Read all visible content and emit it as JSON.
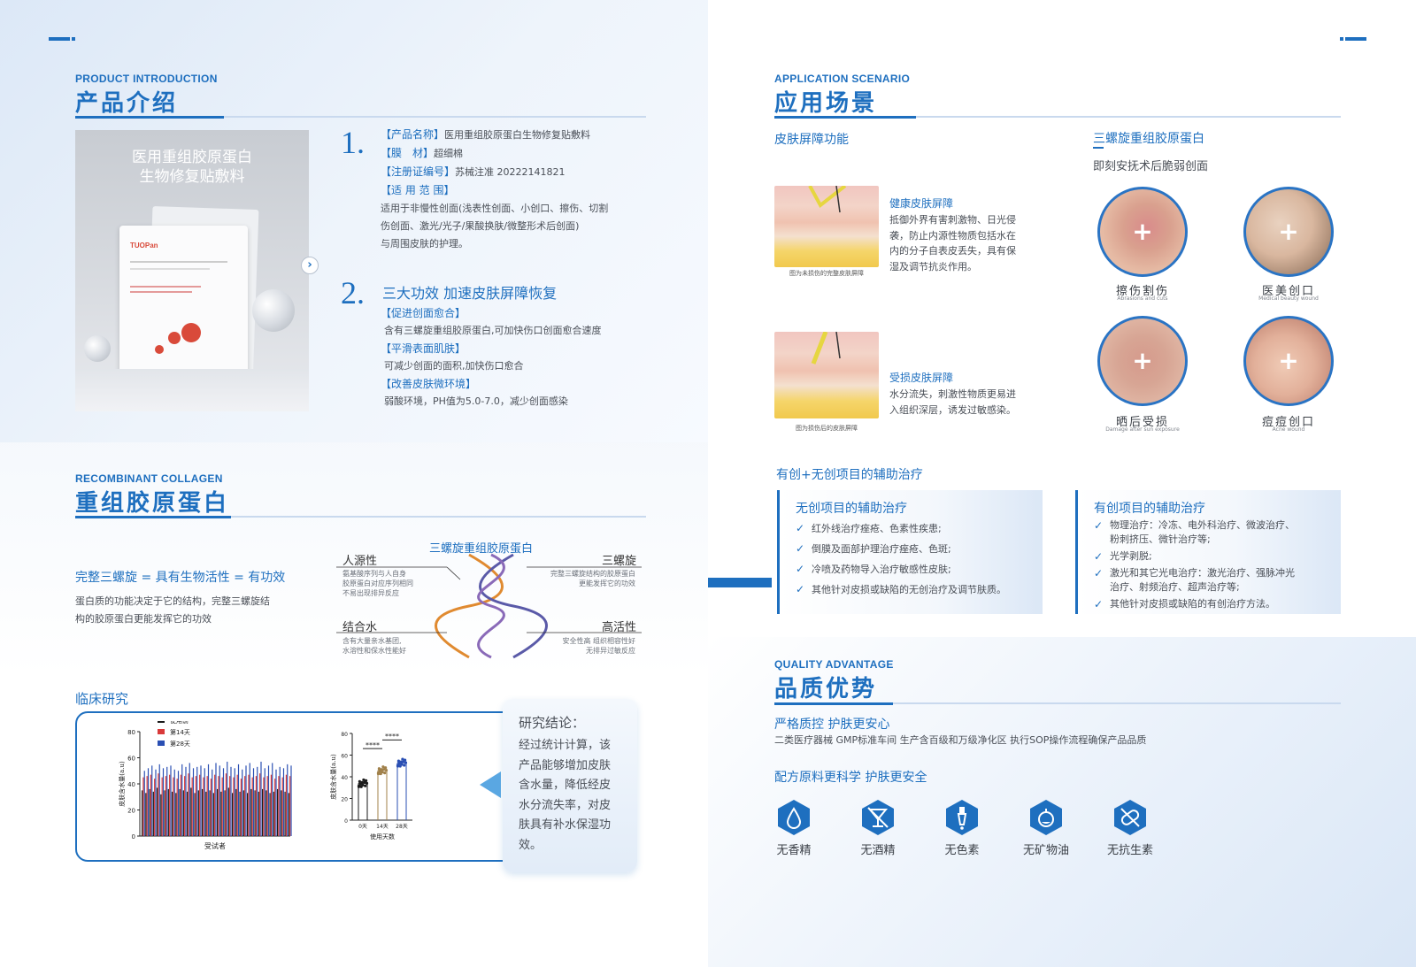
{
  "left": {
    "intro": {
      "en": "PRODUCT INTRODUCTION",
      "cn": "产品介绍",
      "box_title": "医用重组胶原蛋白\n生物修复贴敷料",
      "box_brand": "TUOPan",
      "next_icon": "chevron-right-icon",
      "item1_num": "1.",
      "item1_lines": [
        {
          "tag": "【产品名称】",
          "text": "医用重组胶原蛋白生物修复贴敷料"
        },
        {
          "tag": "【膜　材】",
          "text": "超细棉"
        },
        {
          "tag": "【注册证编号】",
          "text": "苏械注准 20222141821"
        },
        {
          "tag": "【适 用 范 围】",
          "text": ""
        }
      ],
      "item1_scope": [
        "适用于非慢性创面(浅表性创面、小创口、擦伤、切割",
        "伤创面、激光/光子/果酸换肤/微整形术后创面)",
        "与周围皮肤的护理。"
      ],
      "item2_num": "2.",
      "item2_title": "三大功效 加速皮肤屏障恢复",
      "item2_lines": [
        {
          "tag": "【促进创面愈合】",
          "text": "含有三螺旋重组胶原蛋白,可加快伤口创面愈合速度"
        },
        {
          "tag": "【平滑表面肌肤】",
          "text": "可减少创面的面积,加快伤口愈合"
        },
        {
          "tag": "【改善皮肤微环境】",
          "text": "弱酸环境，PH值为5.0-7.0，减少创面感染"
        }
      ]
    },
    "collagen": {
      "en": "RECOMBINANT COLLAGEN",
      "cn": "重组胶原蛋白",
      "headline": "完整三螺旋 = 具有生物活性 = 有功效",
      "desc": [
        "蛋白质的功能决定于它的结构，完整三螺旋结",
        "构的胶原蛋白更能发挥它的功效"
      ],
      "diagram_title": "三螺旋重组胶原蛋白",
      "labels": [
        {
          "title": "人源性",
          "text": [
            "氨基酸序列与人自身",
            "胶原蛋白对应序列相同",
            "不易出现排异反应"
          ]
        },
        {
          "title": "三螺旋",
          "text": [
            "完整三螺旋结构的胶原蛋白",
            "更能发挥它的功效"
          ]
        },
        {
          "title": "结合水",
          "text": [
            "含有大量亲水基团,",
            "水溶性和保水性能好"
          ]
        },
        {
          "title": "高活性",
          "text": [
            "安全性高 组织相容性好",
            "无排异过敏反应"
          ]
        }
      ]
    },
    "clinical": {
      "title": "临床研究",
      "conclusion_title": "研究结论：",
      "conclusion_lines": [
        "经过统计计算，该",
        "产品能够增加皮肤",
        "含水量，降低经皮",
        "水分流失率，对皮",
        "肤具有补水保湿功",
        "效。"
      ]
    }
  },
  "right": {
    "scenario": {
      "en": "APPLICATION SCENARIO",
      "cn": "应用场景",
      "barrier_title": "皮肤屏障功能",
      "healthy_title": "健康皮肤屏障",
      "healthy_text": [
        "抵御外界有害刺激物、日光侵",
        "袭，防止内源性物质包括水在",
        "内的分子自表皮丢失，具有保",
        "湿及调节抗炎作用。"
      ],
      "healthy_caption": "图为未损伤的完整皮肤屏障",
      "damaged_title": "受损皮肤屏障",
      "damaged_text": [
        "水分流失，刺激性物质更易进",
        "入组织深层，诱发过敏感染。"
      ],
      "damaged_caption": "图为损伤后的皮肤屏障",
      "collagen_title": "三螺旋重组胶原蛋白",
      "collagen_sub": "即刻安抚术后脆弱创面",
      "wounds": [
        {
          "cn": "擦伤割伤",
          "en": "Abrasions and cuts"
        },
        {
          "cn": "医美创口",
          "en": "Medical beauty wound"
        },
        {
          "cn": "晒后受损",
          "en": "Damage after sun exposure"
        },
        {
          "cn": "痘痘创口",
          "en": "Acne wound"
        }
      ],
      "assist_title": "有创+无创项目的辅助治疗",
      "noninvasive_title": "无创项目的辅助治疗",
      "noninvasive_items": [
        "红外线治疗痤疮、色素性疾患;",
        "倒膜及面部护理治疗痤疮、色斑;",
        "冷喷及药物导入治疗敏感性皮肤;",
        "其他针对皮损或缺陷的无创治疗及调节肤质。"
      ],
      "invasive_title": "有创项目的辅助治疗",
      "invasive_items": [
        "物理治疗：冷冻、电外科治疗、微波治疗、\n粉刺挤压、微针治疗等;",
        "光学剥脱;",
        "激光和其它光电治疗：激光治疗、强脉冲光\n治疗、射频治疗、超声治疗等;",
        "其他针对皮损或缺陷的有创治疗方法。"
      ]
    },
    "quality": {
      "en": "QUALITY ADVANTAGE",
      "cn": "品质优势",
      "sub1": "严格质控 护肤更安心",
      "text1": "二类医疗器械  GMP标准车间  生产含百级和万级净化区  执行SOP操作流程确保产品品质",
      "sub2": "配方原料更科学 护肤更安全",
      "icons": [
        {
          "label": "无香精",
          "icon": "drop-icon"
        },
        {
          "label": "无酒精",
          "icon": "cocktail-icon"
        },
        {
          "label": "无色素",
          "icon": "dropper-icon"
        },
        {
          "label": "无矿物油",
          "icon": "oil-icon"
        },
        {
          "label": "无抗生素",
          "icon": "capsule-icon"
        }
      ]
    }
  },
  "chart_data": [
    {
      "type": "bar",
      "ylabel": "皮肤含水量(a.u)",
      "xlabel": "受试者",
      "ylim": [
        0,
        80
      ],
      "yticks": [
        0,
        20,
        40,
        60,
        80
      ],
      "legend": "top-left",
      "series": [
        {
          "name": "使用前",
          "color": "#1a1a1a",
          "values": [
            35,
            33,
            36,
            34,
            37,
            32,
            35,
            36,
            34,
            33,
            36,
            35,
            34,
            37,
            33,
            35,
            36,
            34,
            35,
            33,
            36,
            34,
            35,
            37,
            33,
            36,
            34,
            35,
            33,
            36,
            35,
            34,
            36,
            35,
            33,
            34,
            36,
            35,
            34,
            33
          ]
        },
        {
          "name": "第14天",
          "color": "#d93a3a",
          "values": [
            45,
            46,
            47,
            44,
            48,
            45,
            46,
            47,
            45,
            44,
            47,
            46,
            48,
            45,
            46,
            47,
            45,
            46,
            44,
            47,
            46,
            45,
            48,
            46,
            45,
            47,
            44,
            46,
            47,
            45,
            46,
            48,
            45,
            46,
            47,
            44,
            46,
            45,
            47,
            46
          ]
        },
        {
          "name": "第28天",
          "color": "#2a4fb3",
          "values": [
            50,
            52,
            54,
            51,
            55,
            52,
            53,
            54,
            51,
            50,
            55,
            53,
            56,
            52,
            53,
            54,
            52,
            55,
            51,
            56,
            54,
            52,
            57,
            53,
            52,
            55,
            51,
            54,
            56,
            52,
            53,
            57,
            52,
            54,
            56,
            51,
            53,
            52,
            55,
            54
          ]
        }
      ]
    },
    {
      "type": "scatter",
      "ylabel": "皮肤含水量(a.u)",
      "xlabel": "使用天数",
      "categories": [
        "0天",
        "14天",
        "28天"
      ],
      "ylim": [
        0,
        80
      ],
      "yticks": [
        0,
        20,
        40,
        60,
        80
      ],
      "means": [
        34,
        46,
        53
      ],
      "significance": [
        "****",
        "****"
      ]
    }
  ]
}
